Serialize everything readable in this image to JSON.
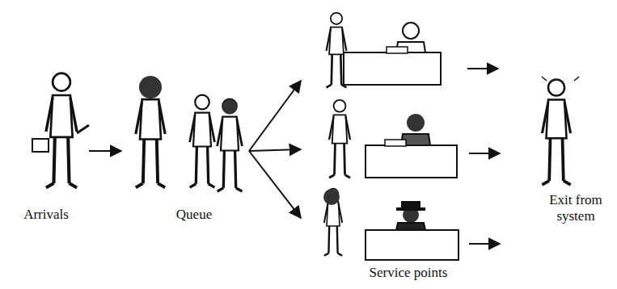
{
  "diagram": {
    "labels": [
      "Arrivals",
      "Queue",
      "Service points",
      "Exit from system"
    ]
  }
}
